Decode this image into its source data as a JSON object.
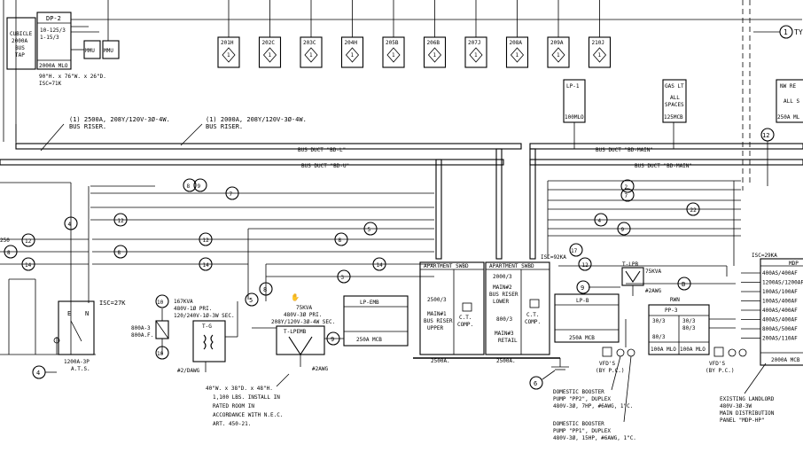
{
  "title_note": "",
  "top_panel": {
    "cubicle_lines": [
      "CUBICLE",
      "2000A",
      "BUS",
      "TAP"
    ],
    "dp_label": "DP-2",
    "dp_lines": [
      "10-125/3",
      "1-15/3"
    ],
    "mlo": "2000A MLO",
    "mmu1": "MMU",
    "mmu2": "MMU",
    "dims": "90\"H. x 76\"W. x 26\"D.",
    "isc": "ISC=71K"
  },
  "units": [
    "201H",
    "202C",
    "203C",
    "204H",
    "205B",
    "206B",
    "207J",
    "208A",
    "209A",
    "210J"
  ],
  "unit_tag": "1",
  "right_tag": "1",
  "right_tag_text": "TY",
  "panels_top": [
    {
      "name": "LP-1",
      "rating": "100MLO"
    },
    {
      "name": "GAS LT",
      "body": [
        "ALL",
        "SPACES"
      ],
      "rating": "125MCB"
    },
    {
      "name": "NW RE",
      "body": [
        "ALL S"
      ],
      "rating": "250A ML"
    }
  ],
  "riser1": [
    "(1) 2500A, 208Y/120V-3Ø-4W.",
    "BUS RISER."
  ],
  "riser2": [
    "(1) 2000A, 208Y/120V-3Ø-4W.",
    "BUS RISER."
  ],
  "bus_duct_labels": {
    "a": "BUS DUCT \"BD-L\"",
    "b": "BUS DUCT \"BD-U\"",
    "c": "BUS DUCT \"BD-MAIN\"",
    "d": "BUS DUCT \"BD-MAIN\""
  },
  "feeder_tags": [
    "8",
    "9",
    "7",
    "4",
    "5",
    "12",
    "8",
    "14",
    "3",
    "12",
    "8",
    "14",
    "2",
    "7",
    "22",
    "4",
    "9",
    "12"
  ],
  "left_tags": [
    "250",
    "12",
    "8",
    "14"
  ],
  "ats": {
    "label": "1200A-3P",
    "sub": "A.T.S.",
    "isc": "ISC=27K",
    "e": "E",
    "n": "N"
  },
  "fuse": {
    "lines": [
      "800A-3",
      "800A.F."
    ]
  },
  "xfmr1": {
    "lines": [
      "167KVA",
      "480V-1Ø PRI.",
      "120/240V-1Ø-3W SEC."
    ],
    "tag": "T-G",
    "gnd": "#2/DAWG"
  },
  "xfmr2": {
    "lines": [
      "75KVA",
      "480V-3Ø PRI.",
      "208Y/120V-3Ø-4W SEC."
    ],
    "tag": "T-LPEMB",
    "gnd": "#2AWG"
  },
  "xfmr_note": [
    "40\"W. x 38\"D. x 48\"H.",
    "1,100 LBS. INSTALL IN",
    "RATED ROOM IN",
    "ACCORDANCE WITH N.E.C.",
    "ART. 450-21."
  ],
  "lp_emb": {
    "name": "LP-EMB",
    "rating": "250A MCB"
  },
  "swbd_upper": {
    "title": "APARTMENT SWBD",
    "main": [
      "2500/3"
    ],
    "desc": [
      "MAIN#1",
      "BUS RISER",
      "UPPER"
    ],
    "ct": [
      "C.T.",
      "COMP."
    ],
    "rating": "2500A."
  },
  "swbd_lower": {
    "title": "APARTMENT SWBD",
    "main": [
      "2000/3"
    ],
    "desc": [
      "MAIN#2",
      "BUS RISER",
      "LOWER"
    ],
    "sub": "800/3",
    "sub2": [
      "MAIN#3",
      "RETAIL"
    ],
    "ct": [
      "C.T.",
      "COMP."
    ],
    "rating": "2500A.",
    "isc": "ISC=92KA"
  },
  "lpb": {
    "tag": "T-LPB",
    "kva": "75KVA",
    "gnd": "#2AWG",
    "lp": "LP-B",
    "rating": "250A MCB"
  },
  "pp3": {
    "tag": "RWN",
    "name": "PP-3",
    "rows": [
      "30/3",
      "30/3",
      "80/3",
      "80/3"
    ],
    "mlo": "100A MLO",
    "mlo2": "100A MLO"
  },
  "vfd": [
    "VFD'S",
    "(BY P.C.)"
  ],
  "pump1": [
    "DOMESTIC BOOSTER",
    "PUMP \"PP2\", DUPLEX",
    "480V-3Ø, 7HP, #6AWG, 1\"C."
  ],
  "pump2": [
    "DOMESTIC BOOSTER",
    "PUMP \"PP1\", DUPLEX",
    "480V-3Ø, 15HP, #6AWG, 1\"C."
  ],
  "existing": [
    "EXISTING LANDLORD",
    "480V-3Ø-3W",
    "MAIN DISTRIBUTION",
    "PANEL \"MDP-HP\""
  ],
  "mdp": {
    "isc": "ISC=29KA",
    "title": "MDP",
    "rows": [
      "400AS/400AF",
      "1200AS/1200AF",
      "100AS/100AF",
      "100AS/400AF",
      "400AS/400AF",
      "400AS/400AF",
      "800AS/500AF",
      "200AS/110AF"
    ],
    "rating": "2000A MCB"
  },
  "misc": {
    "tag6": "6",
    "tag4b": "4",
    "tag10": "10",
    "tag10b": "10",
    "tag9": "9",
    "tag9b": "9",
    "tag17": "17",
    "tag8": "8",
    "tag5": "5",
    "tagB": "B",
    "tag12r": "12"
  }
}
